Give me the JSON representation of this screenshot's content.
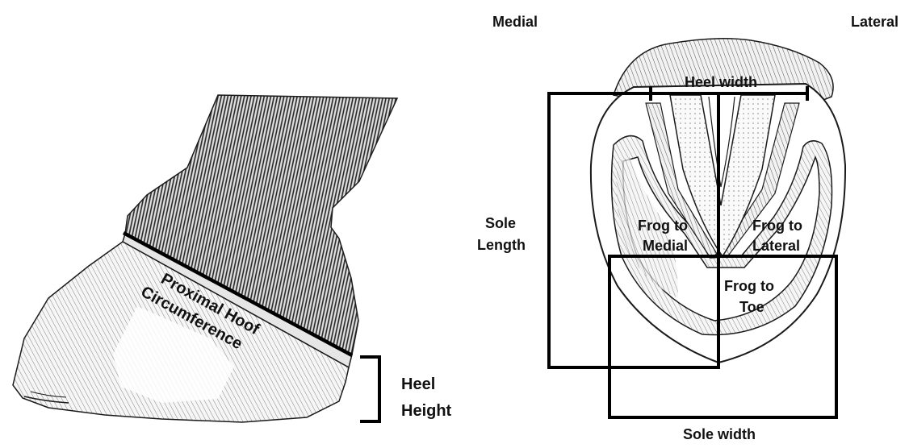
{
  "labels": {
    "medial": "Medial",
    "lateral": "Lateral",
    "heel_width": "Heel width",
    "sole_length_1": "Sole",
    "sole_length_2": "Length",
    "frog_to_medial_1": "Frog to",
    "frog_to_medial_2": "Medial",
    "frog_to_lateral_1": "Frog to",
    "frog_to_lateral_2": "Lateral",
    "frog_to_toe_1": "Frog to",
    "frog_to_toe_2": "Toe",
    "sole_width": "Sole width",
    "proximal_1": "Proximal Hoof",
    "proximal_2": "Circumference",
    "heel_height_1": "Heel",
    "heel_height_2": "Height"
  }
}
